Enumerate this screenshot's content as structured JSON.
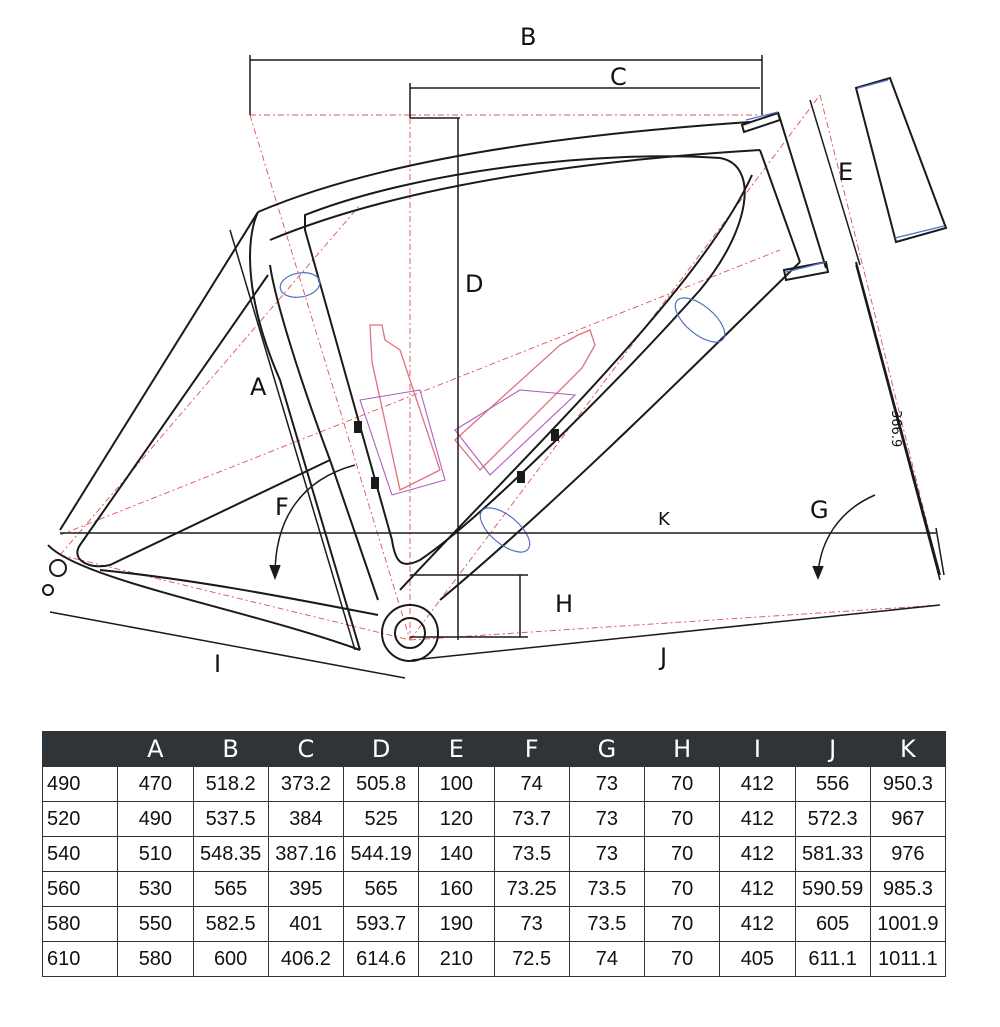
{
  "diagram": {
    "labels": {
      "A": "A",
      "B": "B",
      "C": "C",
      "D": "D",
      "E": "E",
      "F": "F",
      "G": "G",
      "H": "H",
      "I": "I",
      "J": "J",
      "K": "K",
      "fork_length": "366.9"
    },
    "colors": {
      "frame": "#1a1a1a",
      "construction": "#e05050",
      "bottle": "#e07080",
      "bottle_inner": "#b060c0",
      "tube_section": "#5070c0"
    }
  },
  "table": {
    "headers": [
      "",
      "A",
      "B",
      "C",
      "D",
      "E",
      "F",
      "G",
      "H",
      "I",
      "J",
      "K"
    ],
    "rows": [
      [
        "490",
        "470",
        "518.2",
        "373.2",
        "505.8",
        "100",
        "74",
        "73",
        "70",
        "412",
        "556",
        "950.3"
      ],
      [
        "520",
        "490",
        "537.5",
        "384",
        "525",
        "120",
        "73.7",
        "73",
        "70",
        "412",
        "572.3",
        "967"
      ],
      [
        "540",
        "510",
        "548.35",
        "387.16",
        "544.19",
        "140",
        "73.5",
        "73",
        "70",
        "412",
        "581.33",
        "976"
      ],
      [
        "560",
        "530",
        "565",
        "395",
        "565",
        "160",
        "73.25",
        "73.5",
        "70",
        "412",
        "590.59",
        "985.3"
      ],
      [
        "580",
        "550",
        "582.5",
        "401",
        "593.7",
        "190",
        "73",
        "73.5",
        "70",
        "412",
        "605",
        "1001.9"
      ],
      [
        "610",
        "580",
        "600",
        "406.2",
        "614.6",
        "210",
        "72.5",
        "74",
        "70",
        "405",
        "611.1",
        "1011.1"
      ]
    ]
  }
}
